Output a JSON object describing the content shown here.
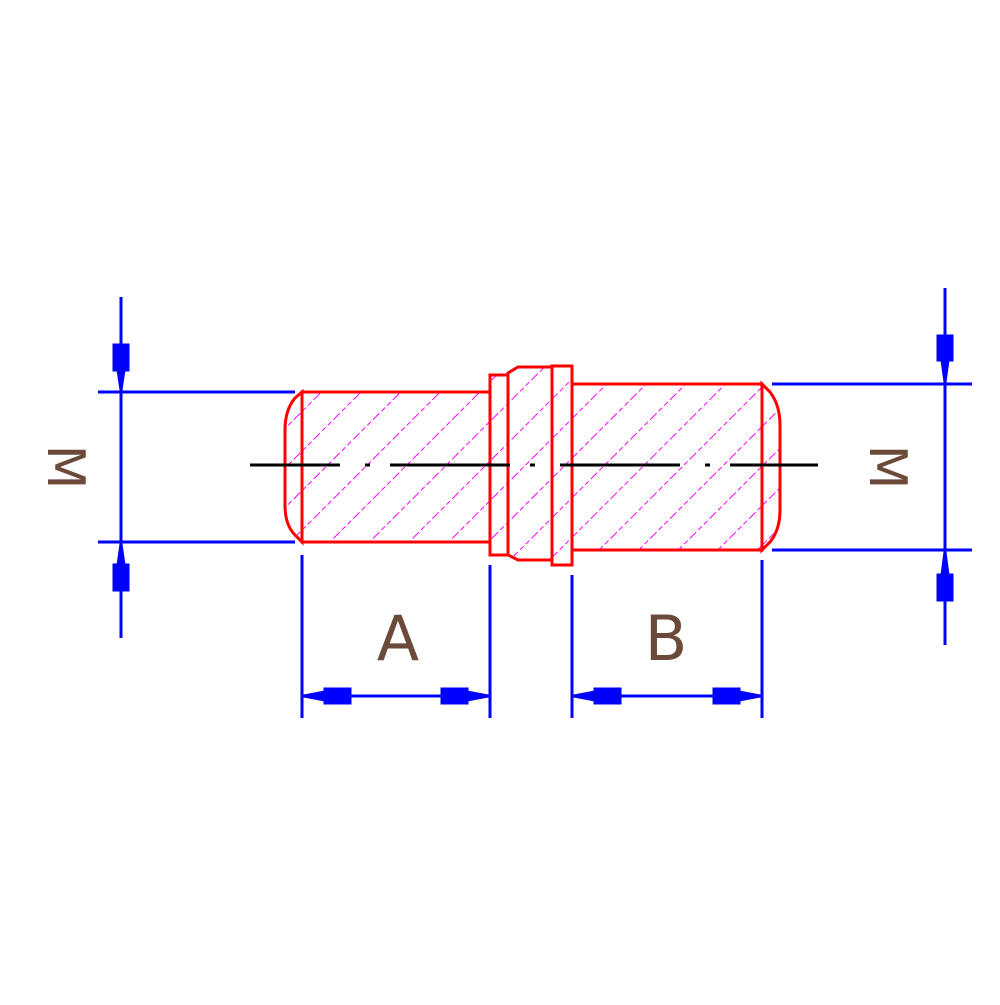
{
  "labels": {
    "left_dimension": "M",
    "right_dimension": "M",
    "left_length": "A",
    "right_length": "B"
  },
  "colors": {
    "outline": "#ff0000",
    "hatch": "#ff00ff",
    "dimension": "#0000ff",
    "text": "#6b4a3a",
    "centerline": "#000000",
    "background": "#ffffff"
  }
}
